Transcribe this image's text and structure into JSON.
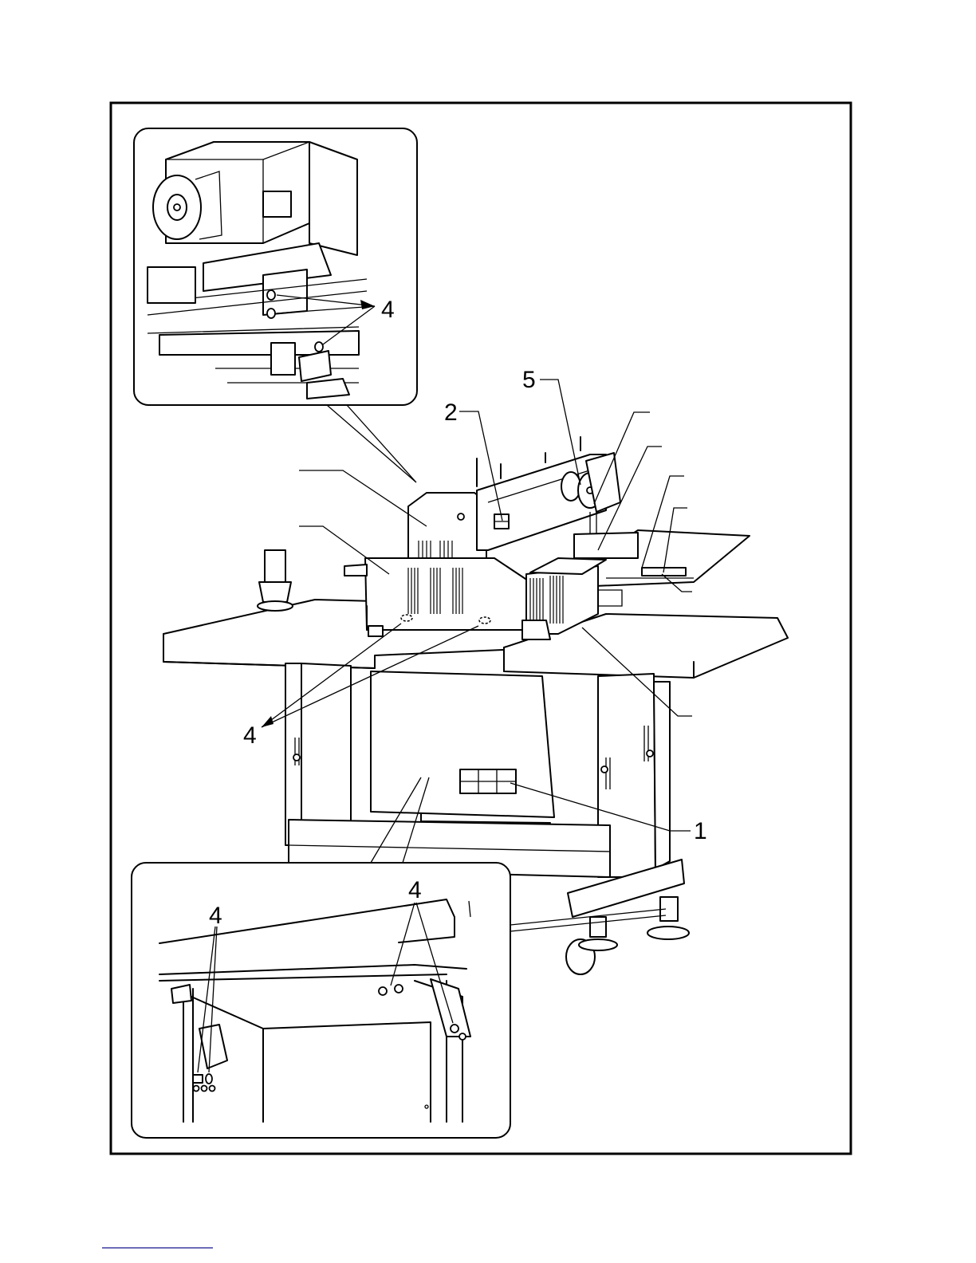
{
  "figure": {
    "callouts": [
      {
        "id": "label-1",
        "text": "1"
      },
      {
        "id": "label-2",
        "text": "2"
      },
      {
        "id": "label-4",
        "text": "4"
      },
      {
        "id": "label-5",
        "text": "5"
      }
    ]
  },
  "colors": {
    "ink": "#000000",
    "paper": "#ffffff",
    "footer_rule": "#3a3aa0"
  },
  "icons": {
    "main": "sewing-machine-icon",
    "top_inset": "machine-head-detail-icon",
    "bottom_inset": "table-underside-detail-icon"
  }
}
